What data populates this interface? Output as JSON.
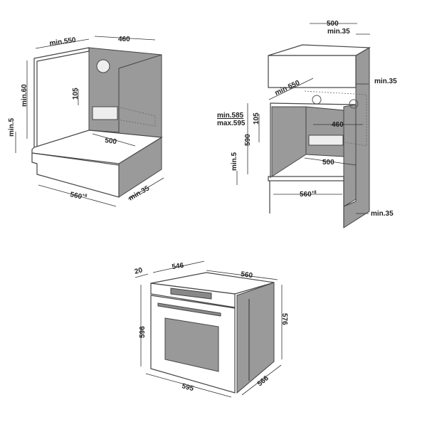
{
  "under_counter": {
    "labels": {
      "depth": "min.550",
      "back_width": "460",
      "height": "min.60",
      "vent_height": "105",
      "min_gap": "min.5",
      "floor_depth": "500",
      "width": "560",
      "width_tol": "+8",
      "side_gap": "min.35"
    }
  },
  "column": {
    "labels": {
      "top_width": "500",
      "top_gap": "min.35",
      "side_gap_top": "min.35",
      "depth": "min 550",
      "height_min": "min.585",
      "height_max": "max.595",
      "vent_height": "105",
      "inner_height": "590",
      "min_gap": "min.5",
      "back_width": "460",
      "floor_depth": "500",
      "width": "560",
      "width_tol": "+8",
      "side_gap_bottom": "min.35"
    }
  },
  "oven": {
    "labels": {
      "front_thickness": "20",
      "body_depth": "546",
      "top_width": "560",
      "front_height": "596",
      "body_height": "576",
      "front_width": "595",
      "total_depth": "566"
    }
  },
  "colors": {
    "panel": "#9a9a9a",
    "line": "#444444"
  }
}
